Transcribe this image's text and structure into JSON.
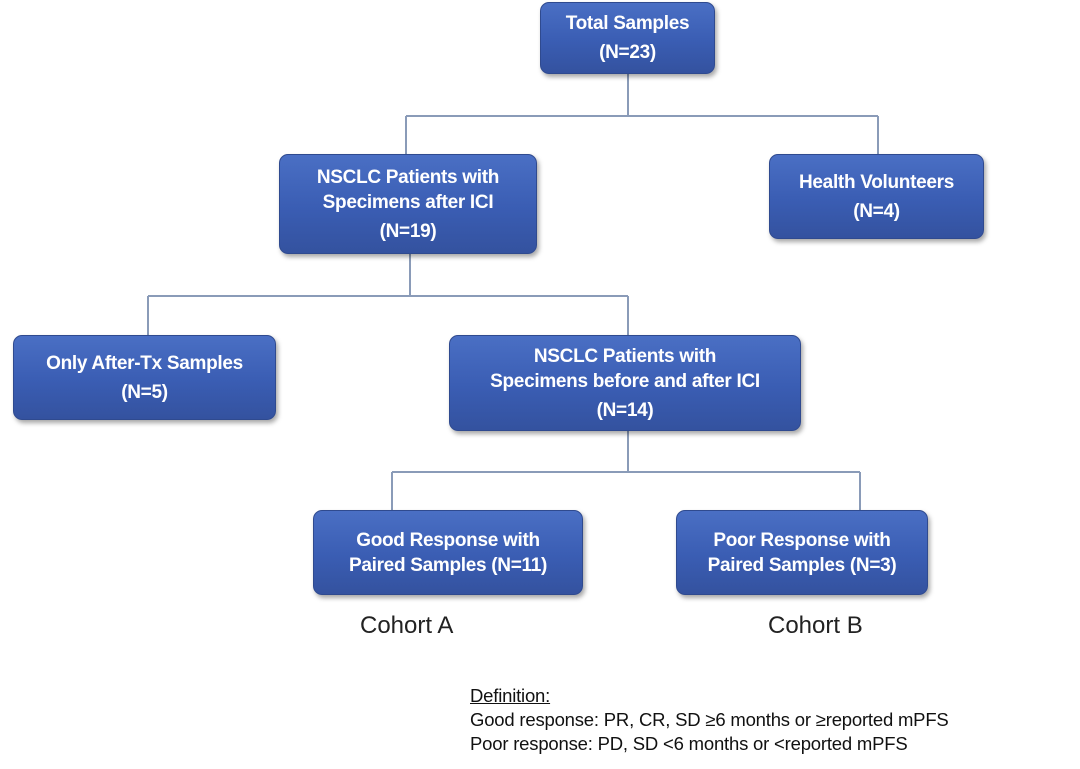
{
  "nodes": {
    "total": {
      "title": "Total Samples",
      "count": "(N=23)"
    },
    "nsclc_after": {
      "title_line1": "NSCLC Patients with",
      "title_line2": "Specimens after ICI",
      "count": "(N=19)"
    },
    "health_volunteers": {
      "title": "Health Volunteers",
      "count": "(N=4)"
    },
    "only_after": {
      "title": "Only After-Tx Samples",
      "count": "(N=5)"
    },
    "nsclc_before_after": {
      "title_line1": "NSCLC Patients with",
      "title_line2": "Specimens before and after ICI",
      "count": "(N=14)"
    },
    "good_response": {
      "title_line1": "Good Response with",
      "title_line2": "Paired Samples (N=11)"
    },
    "poor_response": {
      "title_line1": "Poor Response with",
      "title_line2": "Paired Samples (N=3)"
    }
  },
  "cohorts": {
    "a": "Cohort A",
    "b": "Cohort B"
  },
  "definition": {
    "heading": "Definition:",
    "good": "Good response: PR, CR, SD ≥6 months or ≥reported mPFS",
    "poor": "Poor response:  PD, SD <6 months or <reported mPFS"
  },
  "colors": {
    "node_fill": "#3a5db3",
    "node_border": "#2f4a8f",
    "connector": "#8a9bb8",
    "node_text": "#ffffff"
  }
}
